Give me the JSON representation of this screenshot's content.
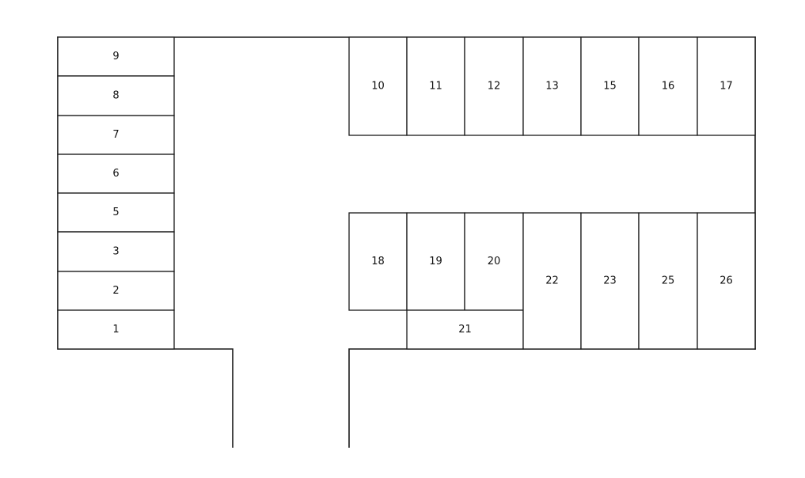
{
  "colors": {
    "background": "#ffffff",
    "line": "#1a1a1a",
    "text": "#111111"
  },
  "stalls": [
    {
      "id": "9",
      "label": "9"
    },
    {
      "id": "8",
      "label": "8"
    },
    {
      "id": "7",
      "label": "7"
    },
    {
      "id": "6",
      "label": "6"
    },
    {
      "id": "5",
      "label": "5"
    },
    {
      "id": "3",
      "label": "3"
    },
    {
      "id": "2",
      "label": "2"
    },
    {
      "id": "1",
      "label": "1"
    },
    {
      "id": "10",
      "label": "10"
    },
    {
      "id": "11",
      "label": "11"
    },
    {
      "id": "12",
      "label": "12"
    },
    {
      "id": "13",
      "label": "13"
    },
    {
      "id": "15",
      "label": "15"
    },
    {
      "id": "16",
      "label": "16"
    },
    {
      "id": "17",
      "label": "17"
    },
    {
      "id": "18",
      "label": "18"
    },
    {
      "id": "19",
      "label": "19"
    },
    {
      "id": "20",
      "label": "20"
    },
    {
      "id": "21",
      "label": "21"
    },
    {
      "id": "22",
      "label": "22"
    },
    {
      "id": "23",
      "label": "23"
    },
    {
      "id": "25",
      "label": "25"
    },
    {
      "id": "26",
      "label": "26"
    }
  ]
}
